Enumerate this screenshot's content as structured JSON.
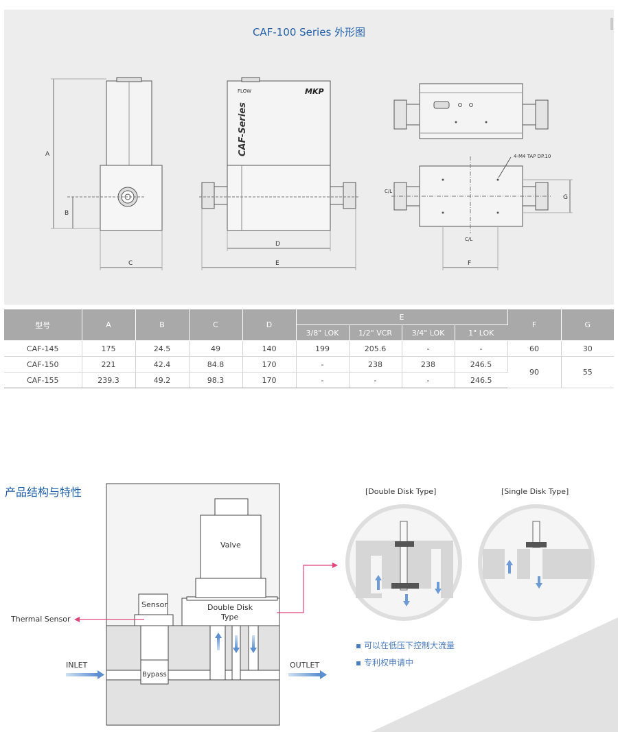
{
  "header": {
    "title": "CAF-100 Series 外形图"
  },
  "drawing": {
    "labels": {
      "A": "A",
      "B": "B",
      "C": "C",
      "D": "D",
      "E": "E",
      "F": "F",
      "G": "G",
      "cl_left": "C/L",
      "cl_bottom": "C/L",
      "tap_note": "4-M4 TAP DP.10",
      "brand_flow": "FLOW",
      "brand_mkp": "MKP",
      "series_mark": "CAF-Series"
    }
  },
  "spec_table": {
    "headers": {
      "model": "型号",
      "a": "A",
      "b": "B",
      "c": "C",
      "d": "D",
      "e": "E",
      "f": "F",
      "g": "G",
      "e_sub": [
        "3/8\" LOK",
        "1/2\" VCR",
        "3/4\" LOK",
        "1\" LOK"
      ]
    },
    "rows": [
      {
        "model": "CAF-145",
        "a": "175",
        "b": "24.5",
        "c": "49",
        "d": "140",
        "e": [
          "199",
          "205.6",
          "-",
          "-"
        ],
        "f": "60",
        "g": "30"
      },
      {
        "model": "CAF-150",
        "a": "221",
        "b": "42.4",
        "c": "84.8",
        "d": "170",
        "e": [
          "-",
          "238",
          "238",
          "246.5"
        ],
        "f": "90",
        "g": "55"
      },
      {
        "model": "CAF-155",
        "a": "239.3",
        "b": "49.2",
        "c": "98.3",
        "d": "170",
        "e": [
          "-",
          "-",
          "-",
          "246.5"
        ]
      }
    ]
  },
  "structure": {
    "section_title": "产品结构与特性",
    "labels": {
      "valve": "Valve",
      "sensor": "Sensor",
      "disk_type_1": "Double Disk",
      "disk_type_2": "Type",
      "thermal_sensor": "Thermal Sensor",
      "bypass": "Bypass",
      "inlet": "INLET",
      "outlet": "OUTLET",
      "double_disk_type": "[Double Disk Type]",
      "single_disk_type": "[Single Disk Type]"
    },
    "features": [
      "▪ 可以在低压下控制大流量",
      "▪ 专利权申请中"
    ],
    "colors": {
      "accent": "#1f5fa8",
      "arrow_blue": "#5b8fd0",
      "arrow_pink": "#e0457b"
    }
  }
}
